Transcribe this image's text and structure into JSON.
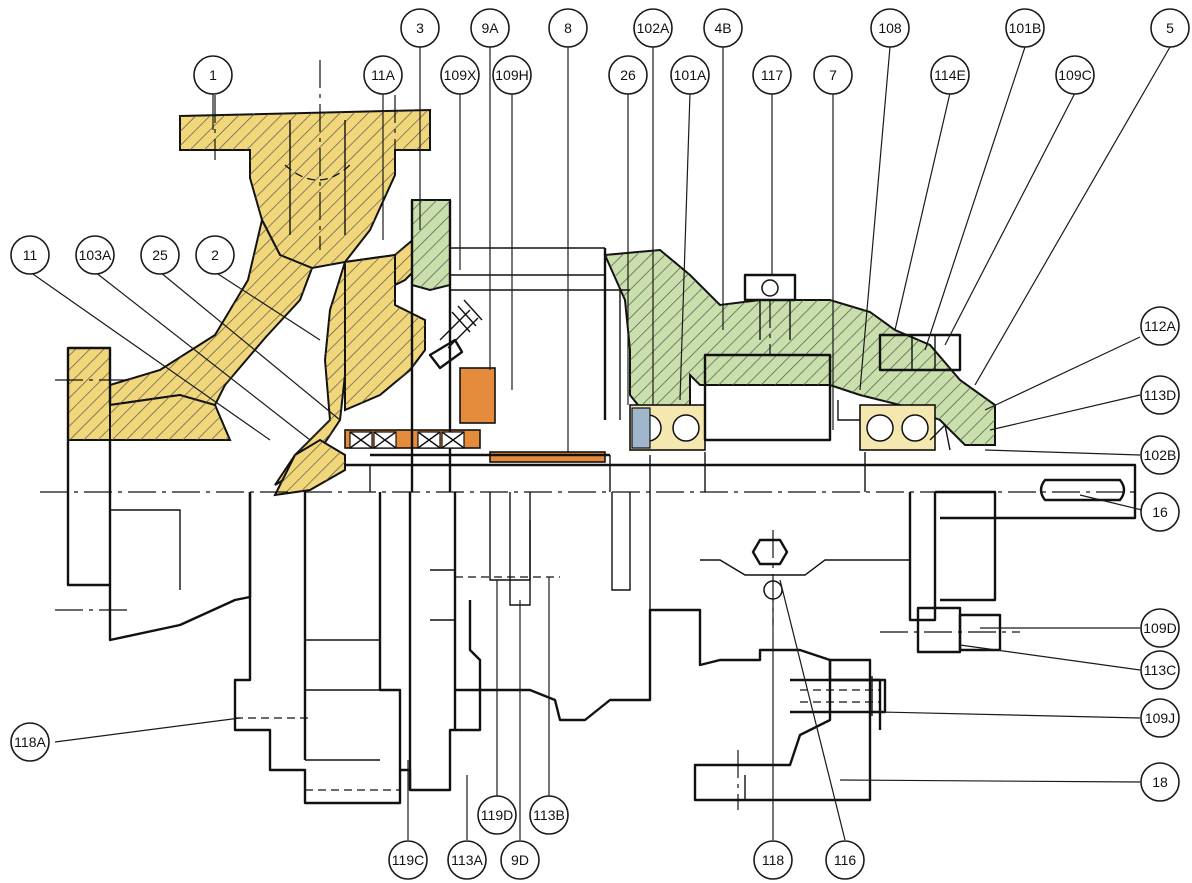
{
  "colors": {
    "casing": "#f2d77a",
    "bracket": "#c9dfac",
    "impeller_ring": "#e58b3c",
    "bearing_fill": "#f4e7b0",
    "spacer": "#9fb6cc",
    "hatch": "#555555",
    "line": "#111111",
    "callout_stroke": "#1a1a1a"
  },
  "callouts": [
    {
      "id": "c-1",
      "label": "1"
    },
    {
      "id": "c-3",
      "label": "3"
    },
    {
      "id": "c-9a",
      "label": "9A"
    },
    {
      "id": "c-8",
      "label": "8"
    },
    {
      "id": "c-102a",
      "label": "102A"
    },
    {
      "id": "c-4b",
      "label": "4B"
    },
    {
      "id": "c-108",
      "label": "108"
    },
    {
      "id": "c-101b",
      "label": "101B"
    },
    {
      "id": "c-5",
      "label": "5"
    },
    {
      "id": "c-11a",
      "label": "11A"
    },
    {
      "id": "c-109x",
      "label": "109X"
    },
    {
      "id": "c-109h",
      "label": "109H"
    },
    {
      "id": "c-26",
      "label": "26"
    },
    {
      "id": "c-101a",
      "label": "101A"
    },
    {
      "id": "c-117",
      "label": "117"
    },
    {
      "id": "c-7",
      "label": "7"
    },
    {
      "id": "c-114e",
      "label": "114E"
    },
    {
      "id": "c-109c",
      "label": "109C"
    },
    {
      "id": "c-11",
      "label": "11"
    },
    {
      "id": "c-103a",
      "label": "103A"
    },
    {
      "id": "c-25",
      "label": "25"
    },
    {
      "id": "c-2",
      "label": "2"
    },
    {
      "id": "c-112a",
      "label": "112A"
    },
    {
      "id": "c-113d",
      "label": "113D"
    },
    {
      "id": "c-102b",
      "label": "102B"
    },
    {
      "id": "c-16",
      "label": "16"
    },
    {
      "id": "c-109d",
      "label": "109D"
    },
    {
      "id": "c-113c",
      "label": "113C"
    },
    {
      "id": "c-109j",
      "label": "109J"
    },
    {
      "id": "c-18",
      "label": "18"
    },
    {
      "id": "c-118a",
      "label": "118A"
    },
    {
      "id": "c-119c",
      "label": "119C"
    },
    {
      "id": "c-113a",
      "label": "113A"
    },
    {
      "id": "c-119d",
      "label": "119D"
    },
    {
      "id": "c-9d",
      "label": "9D"
    },
    {
      "id": "c-113b",
      "label": "113B"
    },
    {
      "id": "c-118",
      "label": "118"
    },
    {
      "id": "c-116",
      "label": "116"
    }
  ]
}
